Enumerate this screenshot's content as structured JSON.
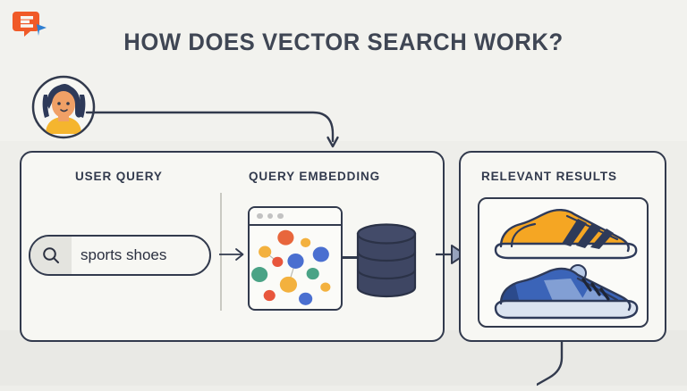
{
  "page": {
    "title": "HOW DOES VECTOR SEARCH WORK?",
    "background_color": "#efefec",
    "ink_color": "#323a4d"
  },
  "brand": {
    "logo_name": "e-logo",
    "logo_primary_color": "#f05a28",
    "logo_accent_color": "#2f7fd1"
  },
  "avatar": {
    "name": "user-avatar",
    "hair_color": "#2e3a59",
    "skin_color": "#f2a16a",
    "shirt_color": "#f5b52e"
  },
  "sections": {
    "user_query": {
      "heading": "USER QUERY",
      "search": {
        "icon": "search-icon",
        "value": "sports shoes",
        "placeholder": "Search"
      }
    },
    "query_embedding": {
      "heading": "QUERY EMBEDDING",
      "window_dots": 3,
      "database_label": "vector-database"
    },
    "relevant_results": {
      "heading": "RELEVANT RESULTS",
      "items": [
        {
          "name": "sports-shoe-yellow",
          "color": "#f5a623",
          "accent": "#2e3a59",
          "sole": "#f4f4f0"
        },
        {
          "name": "sports-shoe-blue",
          "color": "#3b64b8",
          "accent": "#8fa9d8",
          "sole": "#dbe3f0"
        }
      ]
    }
  },
  "flow": {
    "arrow_query_to_embedding": "thin-arrow-right",
    "arrow_embedding_to_results": "filled-arrow-right",
    "connector_avatar_to_panel": "curved-arrow-down",
    "connector_results_tail": "curved-line"
  },
  "chart_data": {
    "type": "scatter",
    "title": "Query Embedding Vector Space",
    "xlabel": "",
    "ylabel": "",
    "xlim": [
      0,
      100
    ],
    "ylim": [
      0,
      100
    ],
    "grid": false,
    "legend": "none",
    "palette": {
      "orange": "#e8663c",
      "yellow": "#f3b13e",
      "blue": "#4a6fd0",
      "green": "#4aa386",
      "red": "#e8563c"
    },
    "points": [
      {
        "x": 40,
        "y": 86,
        "r": 9.0,
        "color": "#e8663c"
      },
      {
        "x": 62,
        "y": 80,
        "r": 5.5,
        "color": "#f3b13e"
      },
      {
        "x": 17,
        "y": 69,
        "r": 7.0,
        "color": "#f3b13e"
      },
      {
        "x": 79,
        "y": 66,
        "r": 9.0,
        "color": "#4a6fd0"
      },
      {
        "x": 31,
        "y": 57,
        "r": 6.0,
        "color": "#e8563c"
      },
      {
        "x": 51,
        "y": 58,
        "r": 9.0,
        "color": "#4a6fd0"
      },
      {
        "x": 11,
        "y": 42,
        "r": 9.0,
        "color": "#4aa386"
      },
      {
        "x": 70,
        "y": 43,
        "r": 7.0,
        "color": "#4aa386"
      },
      {
        "x": 43,
        "y": 30,
        "r": 9.5,
        "color": "#f3b13e"
      },
      {
        "x": 84,
        "y": 27,
        "r": 5.5,
        "color": "#f3b13e"
      },
      {
        "x": 22,
        "y": 17,
        "r": 6.5,
        "color": "#e8563c"
      },
      {
        "x": 62,
        "y": 13,
        "r": 7.5,
        "color": "#4a6fd0"
      }
    ],
    "edges": [
      {
        "from": 2,
        "to": 4
      },
      {
        "from": 5,
        "to": 8
      }
    ]
  }
}
